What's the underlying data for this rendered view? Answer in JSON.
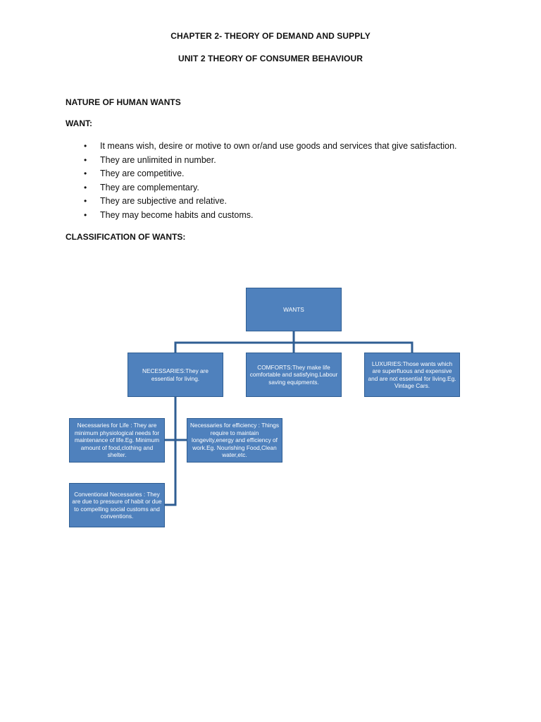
{
  "doc": {
    "chapter_title": "CHAPTER 2- THEORY OF DEMAND AND SUPPLY",
    "unit_title": "UNIT 2 THEORY OF CONSUMER BEHAVIOUR",
    "section_nature": "NATURE OF HUMAN WANTS",
    "section_want": "WANT:",
    "bullet_glyph": "•",
    "want_points": [
      "It means wish, desire or motive to own or/and use goods and services that give satisfaction.",
      "They are unlimited in number.",
      "They are competitive.",
      "They are complementary.",
      "They are subjective and relative.",
      "They may become habits and customs."
    ],
    "section_classification": "CLASSIFICATION OF WANTS:"
  },
  "diagram": {
    "colors": {
      "box_fill": "#4f81bd",
      "box_border": "#2f5e93",
      "connector": "#2f5e93",
      "box_text": "#ffffff"
    },
    "root": "WANTS",
    "necessaries": "NECESSARIES:They are essential for living.",
    "comforts": "COMFORTS:They make life comfortable and satisfying.Labour saving equipments.",
    "luxuries": "LUXURIES:Those wants which are superfluous and expensive and are not essential for living.Eg. Vintage Cars.",
    "nec_life": "Necessaries for Life : They are minimum physiological needs for maintenance of life.Eg. Minimum amount of food,clothing and shelter.",
    "nec_efficiency": "Necessaries for efficiency : Things require to maintain longevity,energy and efficiency of work.Eg. Nourishing Food,Clean water,etc.",
    "nec_conventional": "Conventional Necessaries : They are due to pressure of habit or due to compelling social customs and conventions."
  }
}
